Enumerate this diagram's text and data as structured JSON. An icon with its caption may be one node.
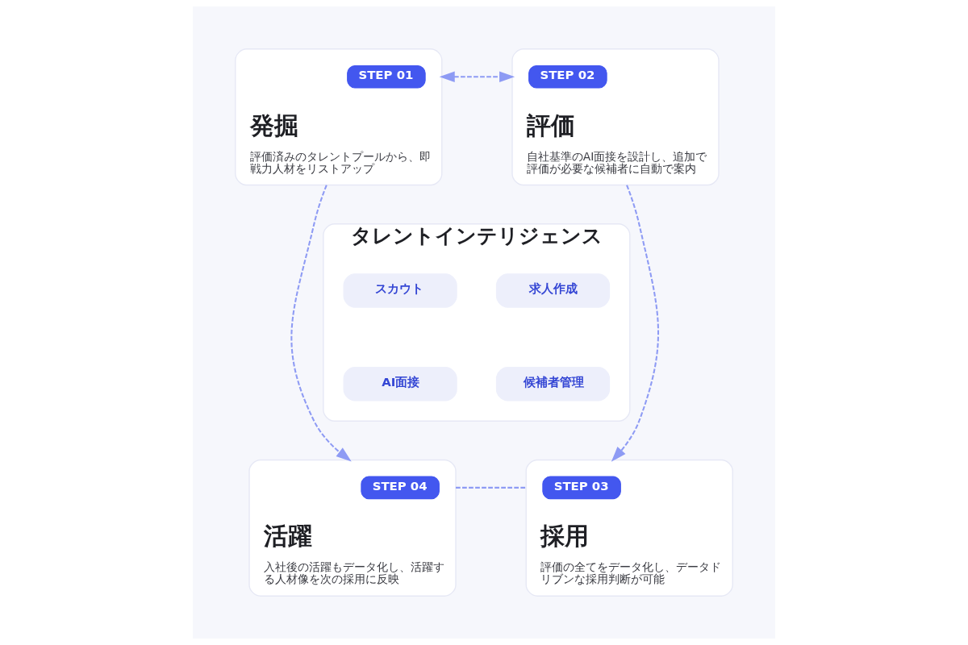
{
  "diagram": {
    "nodes": [
      {
        "text": [
          "発掘",
          "評価済みのタレントプールから、即戦力人材をリストアップ"
        ]
      },
      {
        "text": [
          "STEP 01"
        ],
        "in": 0
      },
      {
        "text": [
          "評価",
          "自社基準のAI面接を設計し、追加で評価が必要な候補者に自動で案内"
        ]
      },
      {
        "text": [
          "STEP 02"
        ],
        "in": 2
      },
      {
        "text": [
          "タレントインテリジェンス"
        ]
      },
      {
        "text": [
          "スカウト"
        ],
        "in": 4
      },
      {
        "text": [
          "求人作成"
        ],
        "in": 4
      },
      {
        "text": [
          "AI面接"
        ],
        "in": 4
      },
      {
        "text": [
          "候補者管理"
        ],
        "in": 4
      },
      {
        "text": [
          "活躍",
          "入社後の活躍もデータ化し、活躍する人材像を次の採用に反映"
        ]
      },
      {
        "text": [
          "STEP 04"
        ],
        "in": 9
      },
      {
        "text": [
          "採用",
          "評価の全てをデータ化し、データドリブンな採用判断が可能"
        ]
      },
      {
        "text": [
          "STEP 03"
        ],
        "in": 11
      }
    ],
    "edges": [
      {
        "from": 0,
        "to": 2,
        "arrow": "both",
        "style": "dashed"
      },
      {
        "from": 0,
        "to": 9,
        "arrow": "to",
        "style": "dashed"
      },
      {
        "from": 2,
        "to": 11,
        "arrow": "to",
        "style": "dashed"
      },
      {
        "from": 9,
        "to": 11,
        "arrow": "none",
        "style": "dashed"
      }
    ]
  }
}
